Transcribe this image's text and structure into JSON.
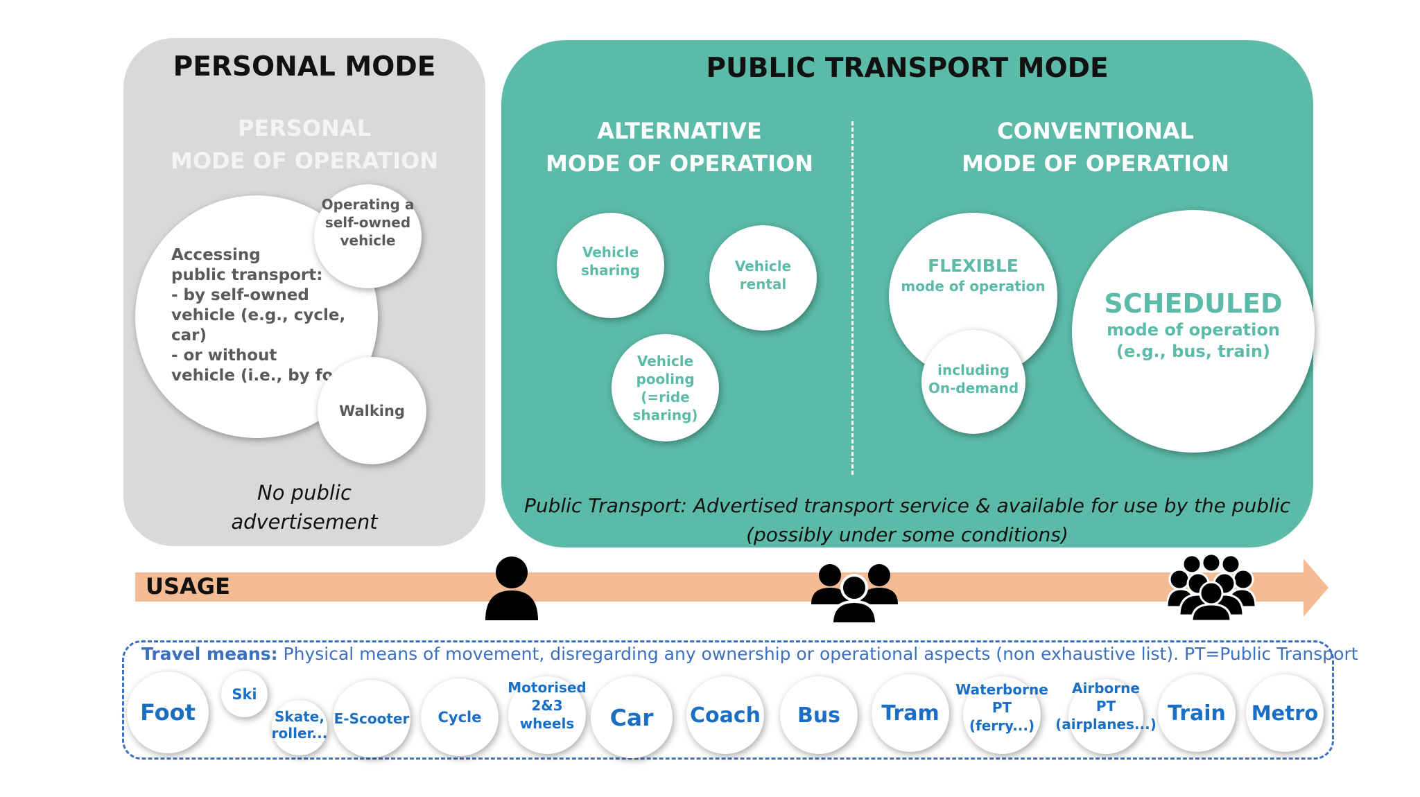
{
  "personal": {
    "title": "PERSONAL MODE",
    "subtitle_line1": "PERSONAL",
    "subtitle_line2": "MODE OF OPERATION",
    "accessing": [
      "Accessing",
      "public transport:",
      "- by self-owned",
      "vehicle (e.g., cycle, car)",
      "- or without",
      "vehicle (i.e., by foot)"
    ],
    "operating": [
      "Operating a",
      "self-owned",
      "vehicle"
    ],
    "walking": "Walking",
    "note_line1": "No public",
    "note_line2": "advertisement"
  },
  "public": {
    "title": "PUBLIC TRANSPORT MODE",
    "alternative_line1": "ALTERNATIVE",
    "alternative_line2": "MODE OF OPERATION",
    "conventional_line1": "CONVENTIONAL",
    "conventional_line2": "MODE OF OPERATION",
    "sharing": [
      "Vehicle",
      "sharing"
    ],
    "rental": [
      "Vehicle",
      "rental"
    ],
    "pooling": [
      "Vehicle",
      "pooling",
      "(=ride",
      "sharing)"
    ],
    "flexible_title": "FLEXIBLE",
    "flexible_sub": "mode of operation",
    "ondemand": [
      "including",
      "On-demand"
    ],
    "scheduled_title": "SCHEDULED",
    "scheduled_sub1": "mode of operation",
    "scheduled_sub2": "(e.g., bus, train)",
    "definition_line1": "Public Transport: Advertised transport service & available for use by the public",
    "definition_line2": "(possibly under some conditions)"
  },
  "usage": {
    "label": "USAGE",
    "icons": [
      "single-person-icon",
      "small-group-icon",
      "large-group-icon"
    ]
  },
  "travel": {
    "caption_bold": "Travel means:",
    "caption_rest": " Physical means of movement, disregarding any ownership or operational aspects (non exhaustive list). PT=Public Transport",
    "foot": "Foot",
    "ski": "Ski",
    "skate": [
      "Skate,",
      "roller..."
    ],
    "escooter": "E-Scooter",
    "cycle": "Cycle",
    "motorised": [
      "Motorised",
      "2&3",
      "wheels"
    ],
    "car": "Car",
    "coach": "Coach",
    "bus": "Bus",
    "tram": "Tram",
    "waterborne": [
      "Waterborne",
      "PT",
      "(ferry...)"
    ],
    "airborne": [
      "Airborne",
      "PT",
      "(airplanes...)"
    ],
    "train": "Train",
    "metro": "Metro"
  },
  "colors": {
    "personal_panel": "#d9d9d9",
    "public_panel": "#5bbaa8",
    "usage_arrow": "#f4bc95",
    "travel_blue": "#1a6fc4",
    "dashed_border": "#3b6fc0"
  }
}
